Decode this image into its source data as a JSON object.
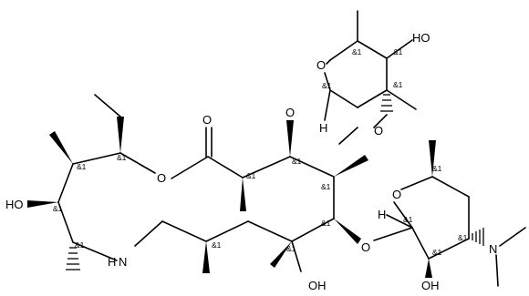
{
  "atom_labels": {
    "oh_top_right": "HO",
    "o_ring_top": "O",
    "o_glycoside_top": "O",
    "o_carbonyl": "O",
    "o_methoxy": "O",
    "methoxy_label": "O",
    "h_top": "H",
    "oh_left": "HO",
    "o_ester": "O",
    "o_ring_right": "O",
    "h_right": "H",
    "n_dimethyl": "N",
    "o_glycoside_right": "O",
    "nh": "N",
    "nh_h": "H",
    "oh_bottom_center": "OH",
    "oh_bottom_right": "OH"
  },
  "stereo_tag": "&1"
}
